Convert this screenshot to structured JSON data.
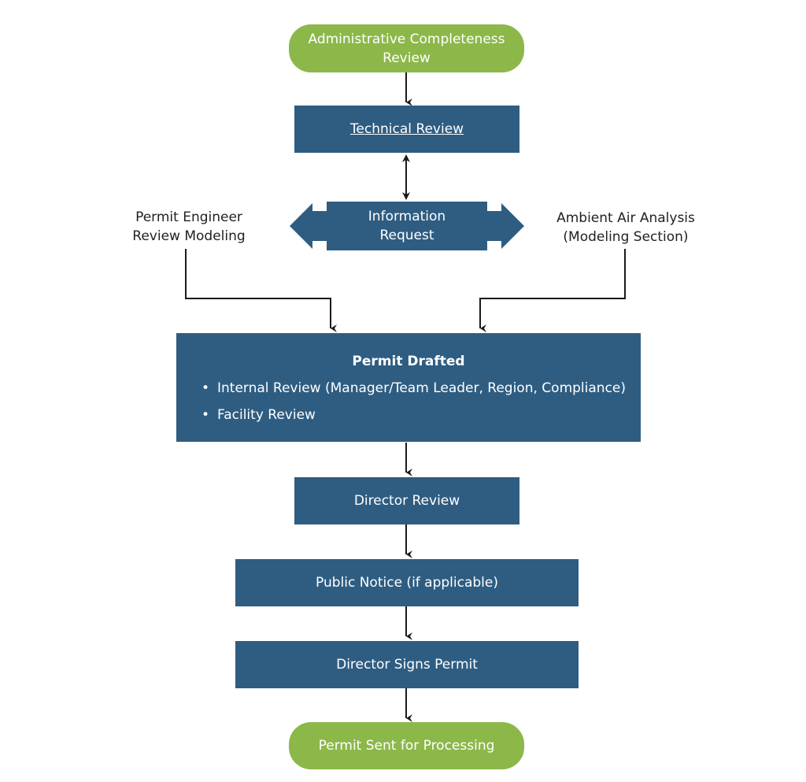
{
  "nodes": {
    "admin_review": "Administrative Completeness\nReview",
    "technical_review": "Technical Review",
    "info_request": "Information\nRequest",
    "permit_engineer": "Permit Engineer\nReview Modeling",
    "ambient_air": "Ambient Air Analysis\n(Modeling Section)",
    "permit_drafted": {
      "title": "Permit Drafted",
      "bullets": [
        "Internal Review (Manager/Team Leader, Region, Compliance)",
        "Facility Review"
      ]
    },
    "director_review": "Director Review",
    "public_notice": "Public Notice (if applicable)",
    "director_signs": "Director Signs Permit",
    "permit_sent": "Permit Sent for Processing"
  },
  "colors": {
    "pill": "#8cb84a",
    "box": "#2f5d82",
    "arrow": "#1a1a1a"
  }
}
